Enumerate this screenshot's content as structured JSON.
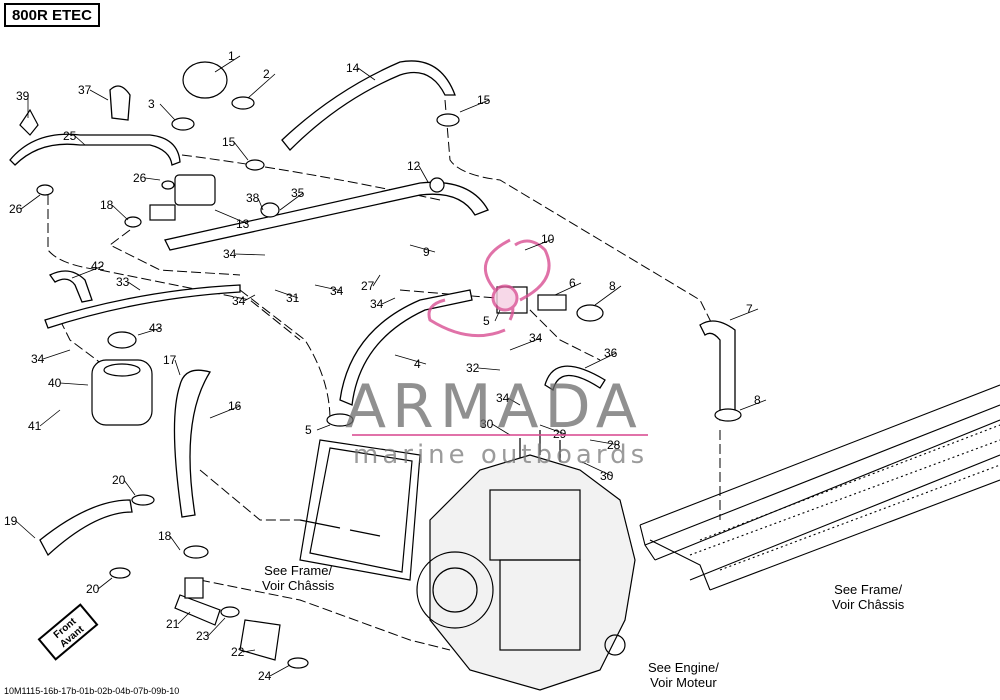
{
  "header": {
    "model": "800R ETEC"
  },
  "footer": {
    "code": "10M1115-16b-17b-01b-02b-04b-07b-09b-10"
  },
  "watermark": {
    "brand": "ARMADA",
    "tagline": "marine outboards"
  },
  "notes": {
    "frame_left": [
      "See Frame/",
      "Voir Châssis"
    ],
    "frame_right": [
      "See Frame/",
      "Voir Châssis"
    ],
    "engine": [
      "See Engine/",
      "Voir Moteur"
    ],
    "front": [
      "Front",
      "Avant"
    ]
  },
  "parts": [
    {
      "no": "1"
    },
    {
      "no": "2"
    },
    {
      "no": "3"
    },
    {
      "no": "4"
    },
    {
      "no": "5"
    },
    {
      "no": "5"
    },
    {
      "no": "6"
    },
    {
      "no": "7"
    },
    {
      "no": "8"
    },
    {
      "no": "8"
    },
    {
      "no": "9"
    },
    {
      "no": "10"
    },
    {
      "no": "12"
    },
    {
      "no": "13"
    },
    {
      "no": "14"
    },
    {
      "no": "15"
    },
    {
      "no": "15"
    },
    {
      "no": "16"
    },
    {
      "no": "17"
    },
    {
      "no": "18"
    },
    {
      "no": "18"
    },
    {
      "no": "19"
    },
    {
      "no": "20"
    },
    {
      "no": "20"
    },
    {
      "no": "21"
    },
    {
      "no": "22"
    },
    {
      "no": "23"
    },
    {
      "no": "24"
    },
    {
      "no": "25"
    },
    {
      "no": "26"
    },
    {
      "no": "26"
    },
    {
      "no": "27"
    },
    {
      "no": "28"
    },
    {
      "no": "29"
    },
    {
      "no": "30"
    },
    {
      "no": "30"
    },
    {
      "no": "31"
    },
    {
      "no": "32"
    },
    {
      "no": "33"
    },
    {
      "no": "34"
    },
    {
      "no": "34"
    },
    {
      "no": "34"
    },
    {
      "no": "34"
    },
    {
      "no": "34"
    },
    {
      "no": "34"
    },
    {
      "no": "34"
    },
    {
      "no": "35"
    },
    {
      "no": "36"
    },
    {
      "no": "37"
    },
    {
      "no": "38"
    },
    {
      "no": "39"
    },
    {
      "no": "40"
    },
    {
      "no": "41"
    },
    {
      "no": "42"
    },
    {
      "no": "43"
    }
  ],
  "colors": {
    "line": "#000000",
    "watermark_accent": "#d94f93",
    "watermark_text": "#6b6b6b"
  }
}
